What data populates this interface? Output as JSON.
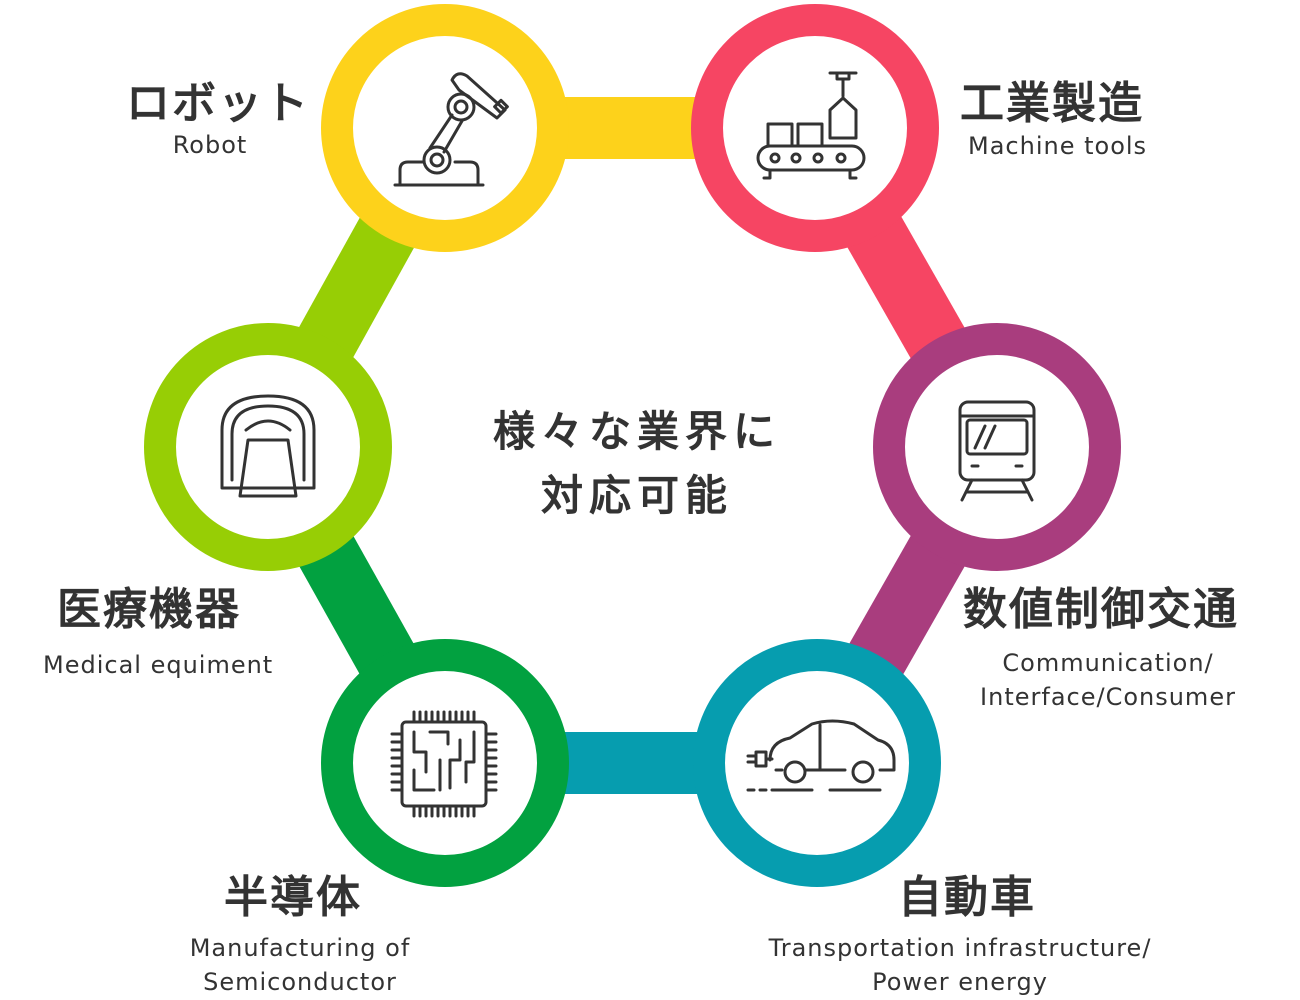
{
  "center_text": {
    "line1": "様々な業界に",
    "line2": "対応可能"
  },
  "colors": {
    "robot": "#FDD21B",
    "machine": "#F64563",
    "transport": "#A93D7E",
    "car": "#069DAF",
    "semiconductor": "#02A140",
    "medical": "#97CE05",
    "icon": "#333333"
  },
  "nodes": {
    "robot": {
      "jp": "ロボット",
      "en": "Robot",
      "icon": "robot-arm-icon"
    },
    "machine": {
      "jp": "工業製造",
      "en": "Machine tools",
      "icon": "conveyor-icon"
    },
    "transport": {
      "jp": "数値制御交通",
      "en1": "Communication/",
      "en2": "Interface/Consumer",
      "icon": "train-icon"
    },
    "car": {
      "jp": "自動車",
      "en1": "Transportation infrastructure/",
      "en2": "Power energy",
      "icon": "electric-car-icon"
    },
    "semiconductor": {
      "jp": "半導体",
      "en1": "Manufacturing of",
      "en2": "Semiconductor",
      "icon": "chip-icon"
    },
    "medical": {
      "jp": "医療機器",
      "en": "Medical equiment",
      "icon": "mri-scanner-icon"
    }
  }
}
